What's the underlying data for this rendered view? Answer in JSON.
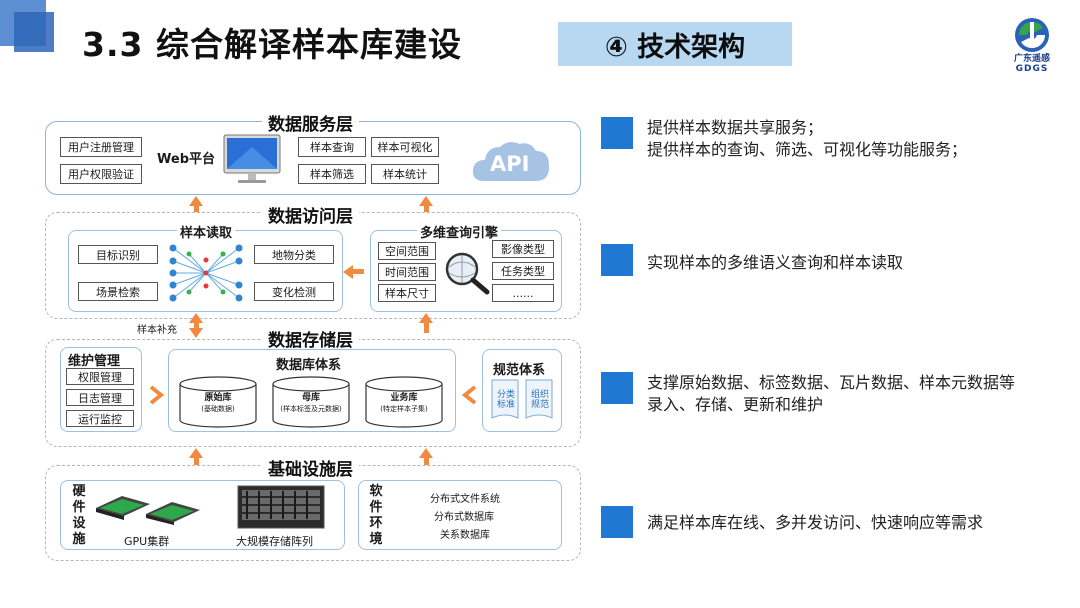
{
  "header": {
    "title": "3.3 综合解译样本库建设",
    "section": "④ 技术架构",
    "logo_cn": "广东遥感",
    "logo_en": "GDGS"
  },
  "service_layer": {
    "title": "数据服务层",
    "left_items": [
      "用户注册管理",
      "用户权限验证"
    ],
    "web_label": "Web平台",
    "right_items": [
      "样本查询",
      "样本可视化",
      "样本筛选",
      "样本统计"
    ],
    "api_label": "API"
  },
  "access_layer": {
    "title": "数据访问层",
    "read": {
      "title": "样本读取",
      "items": [
        "目标识别",
        "地物分类",
        "场景检索",
        "变化检测"
      ]
    },
    "query": {
      "title": "多维查询引擎",
      "left_items": [
        "空间范围",
        "时间范围",
        "样本尺寸"
      ],
      "right_items": [
        "影像类型",
        "任务类型",
        "......"
      ]
    },
    "supplement_label": "样本补充"
  },
  "storage_layer": {
    "title": "数据存储层",
    "maintenance": {
      "title": "维护管理",
      "items": [
        "权限管理",
        "日志管理",
        "运行监控"
      ]
    },
    "database": {
      "title": "数据库体系",
      "dbs": [
        {
          "name": "原始库",
          "sub": "(基础数据)"
        },
        {
          "name": "母库",
          "sub": "(样本标签及元数据)"
        },
        {
          "name": "业务库",
          "sub": "(特定样本子集)"
        }
      ]
    },
    "spec": {
      "title": "规范体系",
      "docs": [
        "分类标准",
        "组织规范"
      ]
    }
  },
  "infra_layer": {
    "title": "基础设施层",
    "hardware_label": "硬件设施",
    "gpu_label": "GPU集群",
    "storage_label": "大规模存储阵列",
    "software_label": "软件环境",
    "software_items": [
      "分布式文件系统",
      "分布式数据库",
      "关系数据库"
    ]
  },
  "bullets": [
    "提供样本数据共享服务；\n提供样本的查询、筛选、可视化等功能服务；",
    "实现样本的多维语义查询和样本读取",
    "支撑原始数据、标签数据、瓦片数据、样本元数据等录入、存储、更新和维护",
    "满足样本库在线、多并发访问、快速响应等需求"
  ],
  "colors": {
    "accent": "#1f78d1",
    "arrow": "#f08a40",
    "tag_bg": "#b8d7f1",
    "frame": "#8eb3dc"
  }
}
